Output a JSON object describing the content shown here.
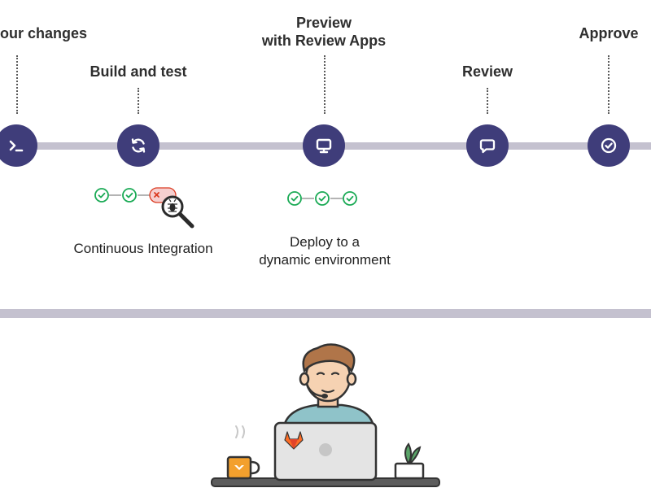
{
  "pipeline": {
    "stages": [
      {
        "id": "commit",
        "label_lines": [
          "your changes"
        ],
        "icon": "terminal-icon"
      },
      {
        "id": "build",
        "label_lines": [
          "Build and test"
        ],
        "icon": "refresh-icon"
      },
      {
        "id": "preview",
        "label_lines": [
          "Preview",
          "with Review Apps"
        ],
        "icon": "monitor-icon"
      },
      {
        "id": "review",
        "label_lines": [
          "Review"
        ],
        "icon": "comment-icon"
      },
      {
        "id": "approve",
        "label_lines": [
          "Approve"
        ],
        "icon": "check-circle-icon"
      }
    ],
    "ci": {
      "caption": "Continuous Integration",
      "jobs": [
        "passed",
        "passed",
        "failed"
      ]
    },
    "cd": {
      "caption_lines": [
        "Deploy to a",
        "dynamic environment"
      ],
      "jobs": [
        "passed",
        "passed",
        "passed"
      ]
    }
  },
  "illustration": {
    "subject": "developer at laptop",
    "items": [
      "developer-avatar",
      "laptop",
      "gitlab-logo",
      "coffee-mug",
      "plant-pot"
    ]
  },
  "colors": {
    "node": "#3f3d7a",
    "track": "#c4c1cf",
    "success": "#1aaa55",
    "failed": "#db3b21",
    "text": "#2e2e2e",
    "gitlab_orange": "#fc6d26"
  }
}
